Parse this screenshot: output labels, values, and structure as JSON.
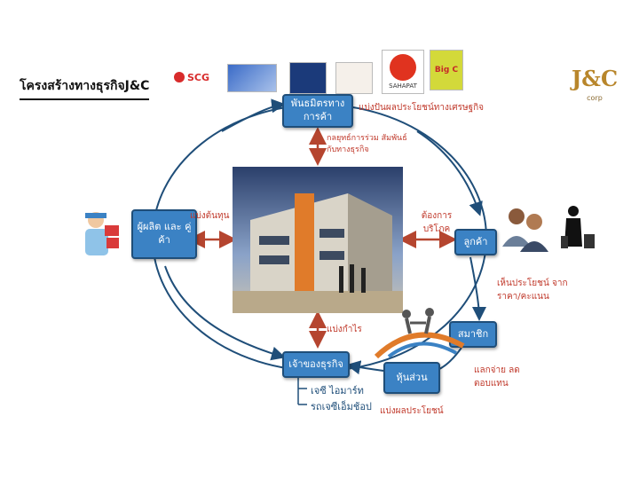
{
  "title": "โครงสร้างทางธุรกิจJ&C",
  "logos": {
    "scg": "SCG",
    "sahapat": "SAHAPAT",
    "bigc": "Big C",
    "jc": "J&C",
    "jc_sub": "corp"
  },
  "nodes": {
    "partners": "พันธมิตรทาง การค้า",
    "customers": "ลูกค้า",
    "members": "สมาชิก",
    "shareholders": "หุ้นส่วน",
    "owners": "เจ้าของธุรกิจ",
    "producers": "ผู้ผลิต และ คู่ค้า"
  },
  "labels": {
    "share_economic": "แบ่งปันผลประโยชน์ทางเศรษฐกิจ",
    "strategy": "กลยุทธ์การร่วม สัมพันธ์กับทางธุรกิจ",
    "need_consume": "ต้องการ บริโภค",
    "share_cost": "แบ่งต้นทุน",
    "benefit_price": "เห็นประโยชน์ จากราคา/คะแนน",
    "exchange": "แลกจ่าย ลดตอบแทน",
    "share_profit": "แบ่งกำไร",
    "share_benefit": "แบ่งผลประโยชน์"
  },
  "owners_list": [
    "เจซี ไอมาร์ท",
    "รถเจซีเอ็มช้อป"
  ],
  "colors": {
    "node_fill": "#3b82c4",
    "node_border": "#1f4e79",
    "arrow": "#b5452f",
    "ring": "#1f4e79"
  }
}
